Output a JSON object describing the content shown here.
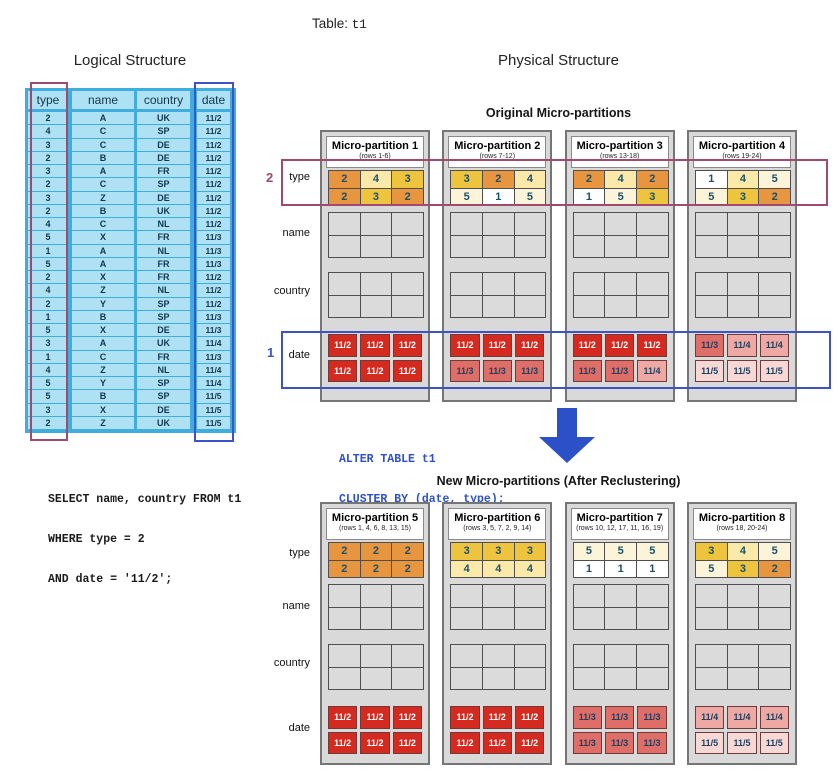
{
  "title": {
    "label": "Table:",
    "table_name": "t1"
  },
  "logical": {
    "heading": "Logical Structure",
    "columns": [
      "type",
      "name",
      "country",
      "date"
    ],
    "rows": [
      [
        "2",
        "A",
        "UK",
        "11/2"
      ],
      [
        "4",
        "C",
        "SP",
        "11/2"
      ],
      [
        "3",
        "C",
        "DE",
        "11/2"
      ],
      [
        "2",
        "B",
        "DE",
        "11/2"
      ],
      [
        "3",
        "A",
        "FR",
        "11/2"
      ],
      [
        "2",
        "C",
        "SP",
        "11/2"
      ],
      [
        "3",
        "Z",
        "DE",
        "11/2"
      ],
      [
        "2",
        "B",
        "UK",
        "11/2"
      ],
      [
        "4",
        "C",
        "NL",
        "11/2"
      ],
      [
        "5",
        "X",
        "FR",
        "11/3"
      ],
      [
        "1",
        "A",
        "NL",
        "11/3"
      ],
      [
        "5",
        "A",
        "FR",
        "11/3"
      ],
      [
        "2",
        "X",
        "FR",
        "11/2"
      ],
      [
        "4",
        "Z",
        "NL",
        "11/2"
      ],
      [
        "2",
        "Y",
        "SP",
        "11/2"
      ],
      [
        "1",
        "B",
        "SP",
        "11/3"
      ],
      [
        "5",
        "X",
        "DE",
        "11/3"
      ],
      [
        "3",
        "A",
        "UK",
        "11/4"
      ],
      [
        "1",
        "C",
        "FR",
        "11/3"
      ],
      [
        "4",
        "Z",
        "NL",
        "11/4"
      ],
      [
        "5",
        "Y",
        "SP",
        "11/4"
      ],
      [
        "5",
        "B",
        "SP",
        "11/5"
      ],
      [
        "3",
        "X",
        "DE",
        "11/5"
      ],
      [
        "2",
        "Z",
        "UK",
        "11/5"
      ]
    ]
  },
  "physical": {
    "heading": "Physical Structure",
    "row_labels": [
      "type",
      "name",
      "country",
      "date"
    ],
    "markers": {
      "type_marker": "2",
      "date_marker": "1"
    },
    "original": {
      "heading": "Original Micro-partitions",
      "partitions": [
        {
          "title": "Micro-partition 1",
          "subtitle": "(rows 1-6)",
          "type": [
            [
              "2",
              "4",
              "3"
            ],
            [
              "2",
              "3",
              "2"
            ]
          ],
          "date": [
            [
              "11/2",
              "11/2",
              "11/2"
            ],
            [
              "11/2",
              "11/2",
              "11/2"
            ]
          ]
        },
        {
          "title": "Micro-partition 2",
          "subtitle": "(rows 7-12)",
          "type": [
            [
              "3",
              "2",
              "4"
            ],
            [
              "5",
              "1",
              "5"
            ]
          ],
          "date": [
            [
              "11/2",
              "11/2",
              "11/2"
            ],
            [
              "11/3",
              "11/3",
              "11/3"
            ]
          ]
        },
        {
          "title": "Micro-partition 3",
          "subtitle": "(rows 13-18)",
          "type": [
            [
              "2",
              "4",
              "2"
            ],
            [
              "1",
              "5",
              "3"
            ]
          ],
          "date": [
            [
              "11/2",
              "11/2",
              "11/2"
            ],
            [
              "11/3",
              "11/3",
              "11/4"
            ]
          ]
        },
        {
          "title": "Micro-partition 4",
          "subtitle": "(rows 19-24)",
          "type": [
            [
              "1",
              "4",
              "5"
            ],
            [
              "5",
              "3",
              "2"
            ]
          ],
          "date": [
            [
              "11/3",
              "11/4",
              "11/4"
            ],
            [
              "11/5",
              "11/5",
              "11/5"
            ]
          ]
        }
      ]
    },
    "new": {
      "heading": "New Micro-partitions (After Reclustering)",
      "partitions": [
        {
          "title": "Micro-partition 5",
          "subtitle": "(rows 1, 4, 6, 8, 13, 15)",
          "type": [
            [
              "2",
              "2",
              "2"
            ],
            [
              "2",
              "2",
              "2"
            ]
          ],
          "date": [
            [
              "11/2",
              "11/2",
              "11/2"
            ],
            [
              "11/2",
              "11/2",
              "11/2"
            ]
          ]
        },
        {
          "title": "Micro-partition 6",
          "subtitle": "(rows 3, 5, 7, 2, 9, 14)",
          "type": [
            [
              "3",
              "3",
              "3"
            ],
            [
              "4",
              "4",
              "4"
            ]
          ],
          "date": [
            [
              "11/2",
              "11/2",
              "11/2"
            ],
            [
              "11/2",
              "11/2",
              "11/2"
            ]
          ]
        },
        {
          "title": "Micro-partition 7",
          "subtitle": "(rows 10, 12, 17, 11, 16, 19)",
          "type": [
            [
              "5",
              "5",
              "5"
            ],
            [
              "1",
              "1",
              "1"
            ]
          ],
          "date": [
            [
              "11/3",
              "11/3",
              "11/3"
            ],
            [
              "11/3",
              "11/3",
              "11/3"
            ]
          ]
        },
        {
          "title": "Micro-partition 8",
          "subtitle": "(rows 18, 20-24)",
          "type": [
            [
              "3",
              "4",
              "5"
            ],
            [
              "5",
              "3",
              "2"
            ]
          ],
          "date": [
            [
              "11/4",
              "11/4",
              "11/4"
            ],
            [
              "11/5",
              "11/5",
              "11/5"
            ]
          ]
        }
      ]
    }
  },
  "sql": {
    "select_query": [
      "SELECT name, country FROM t1",
      "WHERE type = 2",
      "AND date = '11/2';"
    ],
    "alter_query": [
      "ALTER TABLE t1",
      "CLUSTER BY (date, type);"
    ]
  },
  "colors": {
    "type_values": {
      "1": "#FFFFFF",
      "2": "#E89540",
      "3": "#EEC43F",
      "4": "#FAE9A8",
      "5": "#FCF4D8"
    },
    "date_values": {
      "11/2": "#D42A20",
      "11/3": "#E06E68",
      "11/4": "#EFA9A4",
      "11/5": "#F8D8D5"
    },
    "date_text": {
      "11/2": "#FFFFFF",
      "11/3": "#1C3F5E",
      "11/4": "#1C3F5E",
      "11/5": "#1C3F5E"
    },
    "cell_text": "#1B506B",
    "purple_annotation": "#A04A6E",
    "blue_annotation": "#3F53C8",
    "arrow": "#2B50C8",
    "sql_blue": "#2B50C8",
    "logical_cell": "#ADE1F3",
    "logical_border": "#3FAEDC"
  }
}
